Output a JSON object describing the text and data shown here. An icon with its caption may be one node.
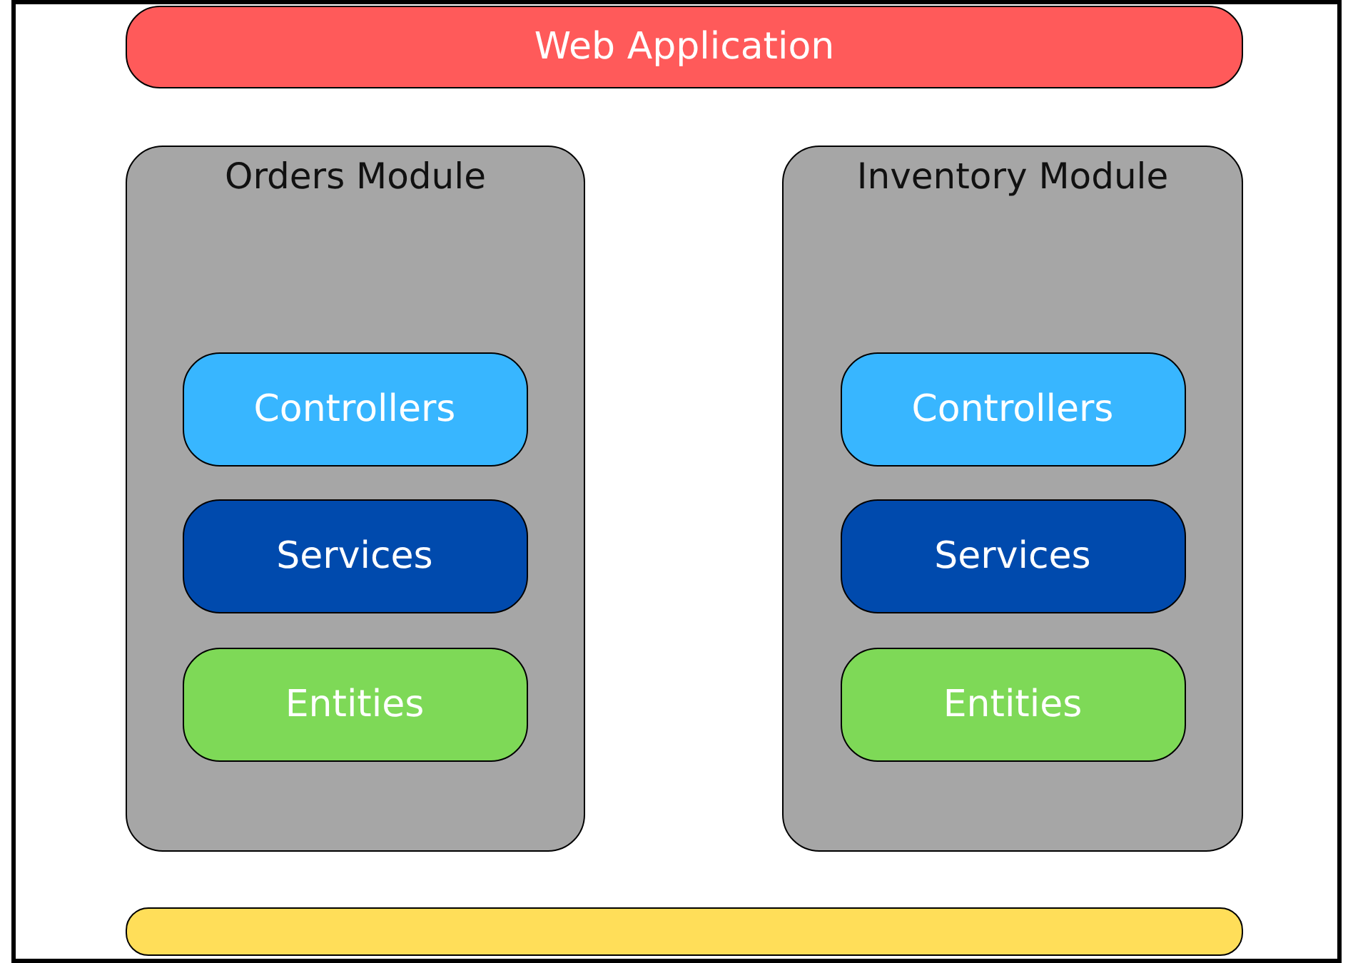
{
  "diagram": {
    "nodes": [
      {
        "text": [],
        "shape": "box"
      },
      {
        "text": [
          "Web Application"
        ],
        "in": 0
      },
      {
        "text": [
          "Orders Module"
        ],
        "in": 0
      },
      {
        "text": [
          "Controllers"
        ],
        "in": 2
      },
      {
        "text": [
          "Services"
        ],
        "in": 2
      },
      {
        "text": [
          "Entities"
        ],
        "in": 2
      },
      {
        "text": [
          "Inventory Module"
        ],
        "in": 0
      },
      {
        "text": [
          "Controllers"
        ],
        "in": 6
      },
      {
        "text": [
          "Services"
        ],
        "in": 6
      },
      {
        "text": [
          "Entities"
        ],
        "in": 6
      },
      {
        "text": [],
        "shape": "bar",
        "in": 0
      }
    ]
  }
}
